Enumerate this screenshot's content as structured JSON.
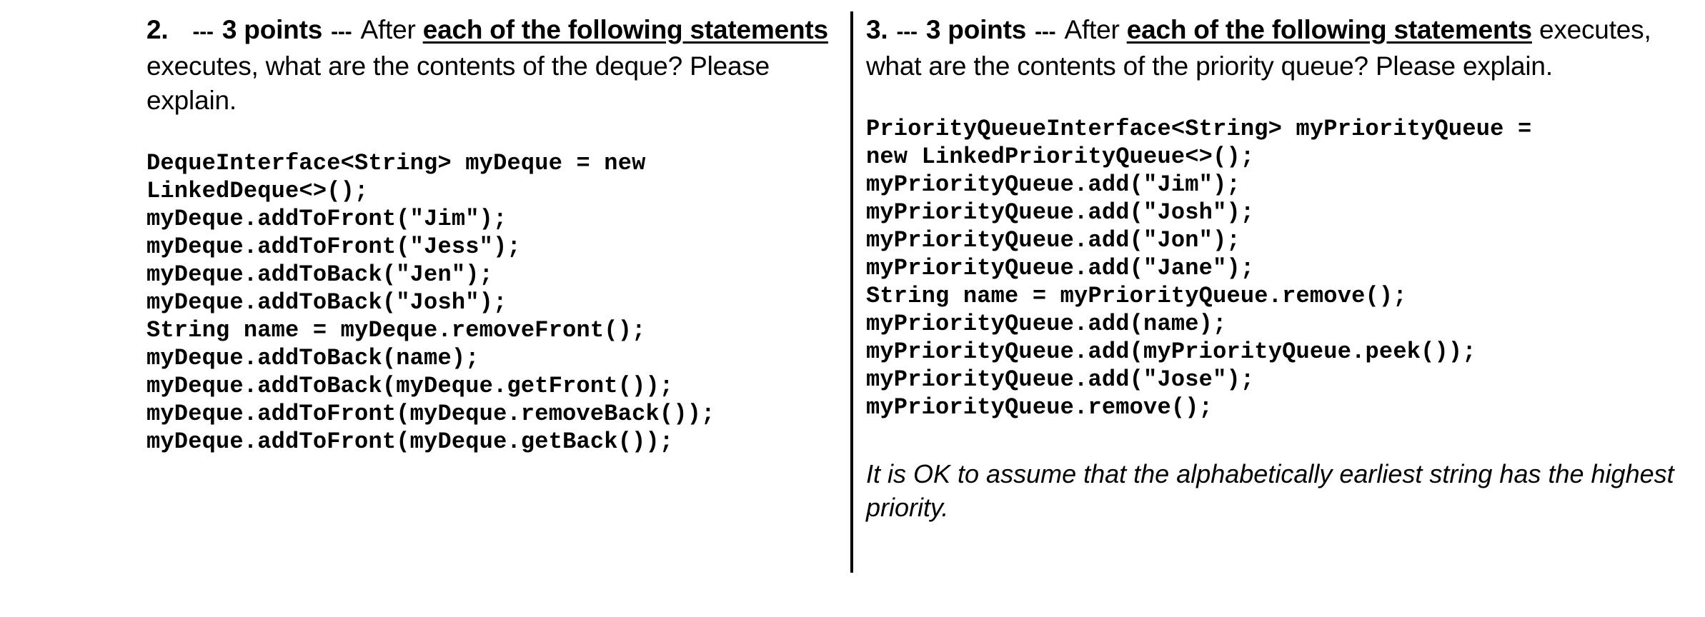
{
  "document": {
    "type": "exam-question-sheet",
    "background_color": "#ffffff",
    "text_color": "#000000",
    "divider_color": "#000000"
  },
  "questions": [
    {
      "number": "2.",
      "dashes_left": "---",
      "points": "3 points",
      "dashes_right": "---",
      "prompt_lead": "After ",
      "prompt_emphasis": "each of the following statements",
      "prompt_tail": " executes, what are the contents of the deque? Please explain.",
      "code_lines": [
        "DequeInterface<String> myDeque = new",
        "LinkedDeque<>();",
        "myDeque.addToFront(\"Jim\");",
        "myDeque.addToFront(\"Jess\");",
        "myDeque.addToBack(\"Jen\");",
        "myDeque.addToBack(\"Josh\");",
        "String name = myDeque.removeFront();",
        "myDeque.addToBack(name);",
        "myDeque.addToBack(myDeque.getFront());",
        "myDeque.addToFront(myDeque.removeBack());",
        "myDeque.addToFront(myDeque.getBack());"
      ],
      "note": ""
    },
    {
      "number": "3.",
      "dashes_left": "---",
      "points": "3 points",
      "dashes_right": "---",
      "prompt_lead": "After ",
      "prompt_emphasis": "each of the following statements",
      "prompt_tail": " executes, what are the contents of the priority queue? Please explain.",
      "code_lines": [
        "PriorityQueueInterface<String> myPriorityQueue =",
        "new LinkedPriorityQueue<>();",
        "myPriorityQueue.add(\"Jim\");",
        "myPriorityQueue.add(\"Josh\");",
        "myPriorityQueue.add(\"Jon\");",
        "myPriorityQueue.add(\"Jane\");",
        "String name = myPriorityQueue.remove();",
        "myPriorityQueue.add(name);",
        "myPriorityQueue.add(myPriorityQueue.peek());",
        "myPriorityQueue.add(\"Jose\");",
        "myPriorityQueue.remove();"
      ],
      "note": "It is OK to assume that the alphabetically earliest string has the highest priority."
    }
  ]
}
